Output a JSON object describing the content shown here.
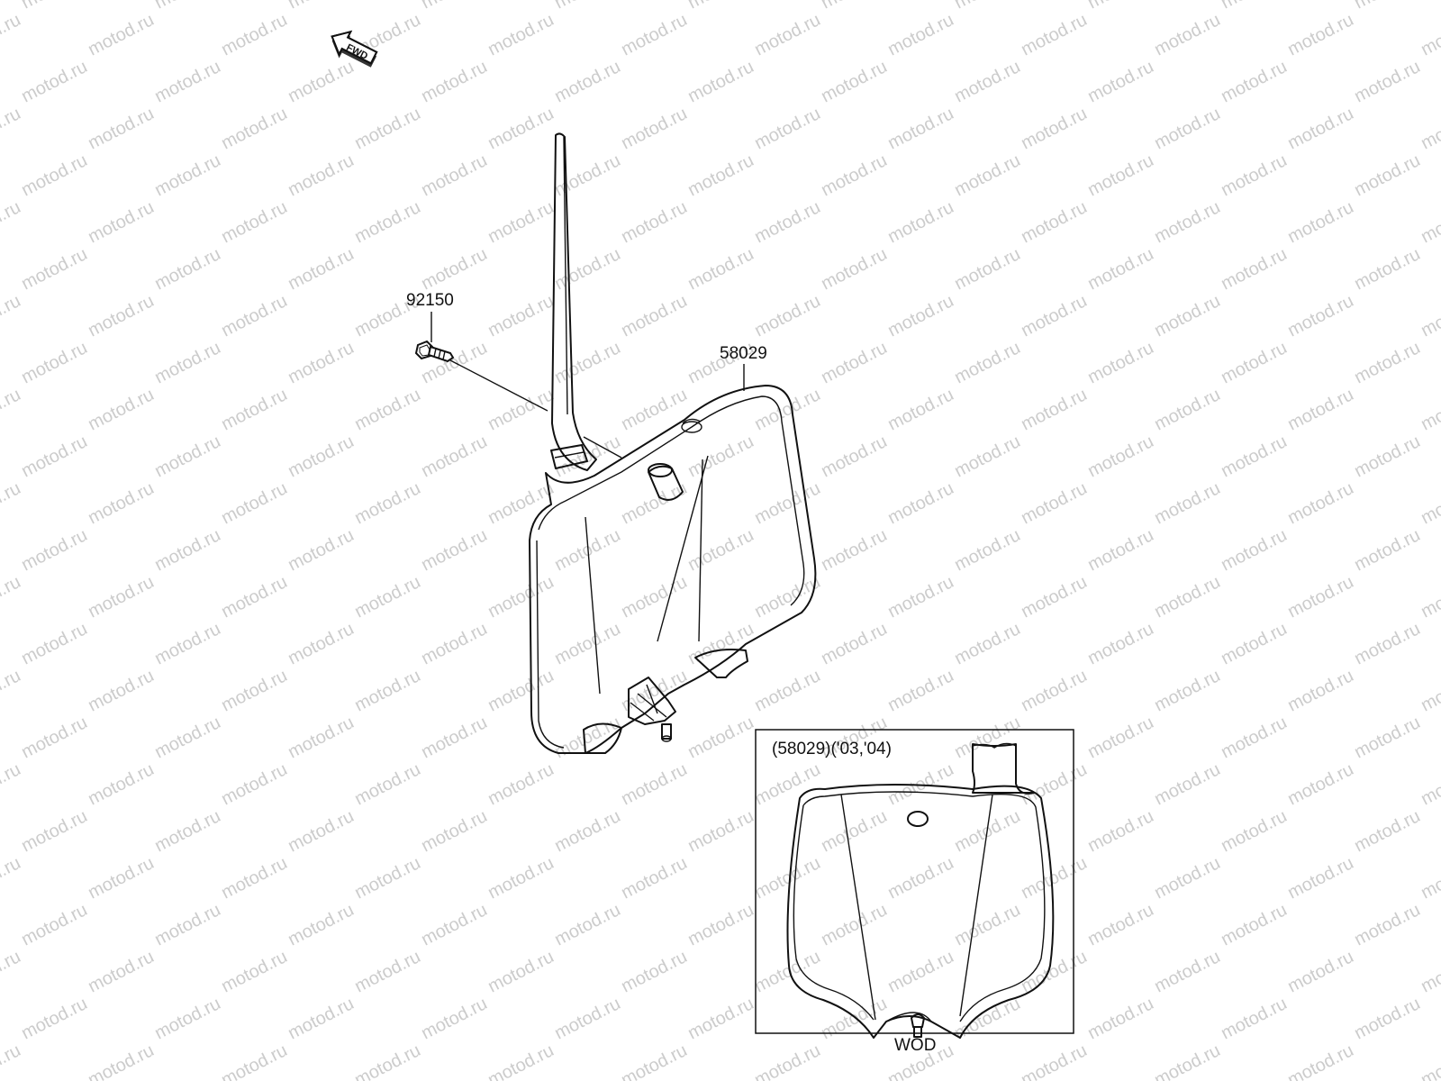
{
  "callouts": {
    "bolt": "92150",
    "number_plate": "58029"
  },
  "fwd_arrow": {
    "label": "FWD"
  },
  "inset": {
    "title": "(58029)('03,'04)",
    "caption": "WOD"
  },
  "watermark": {
    "text": "motod.ru",
    "color": "#cccccc"
  },
  "colors": {
    "line": "#111111",
    "background": "#ffffff"
  }
}
